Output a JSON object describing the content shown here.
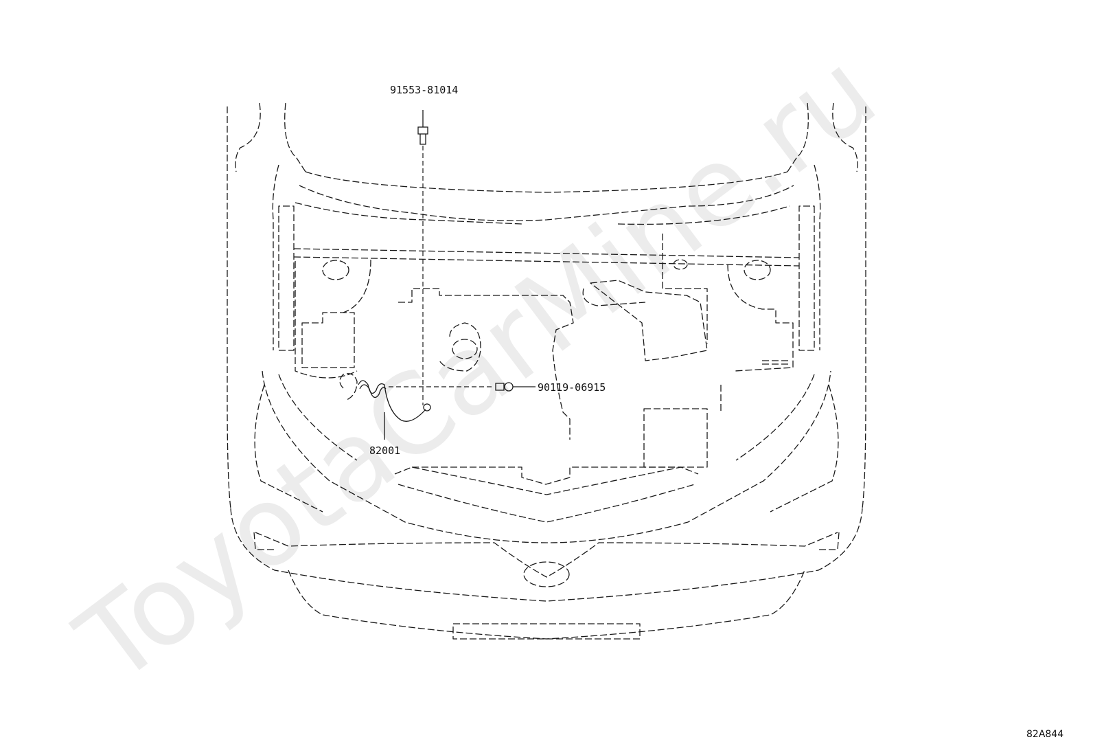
{
  "diagram": {
    "watermark": "ToyotaCarMine.ru",
    "diagram_code": "82A844",
    "parts": [
      {
        "id": "screw-top",
        "label": "91553-81014"
      },
      {
        "id": "bolt-side",
        "label": "90119-06915"
      },
      {
        "id": "ground-wire",
        "label": "82001"
      }
    ]
  }
}
